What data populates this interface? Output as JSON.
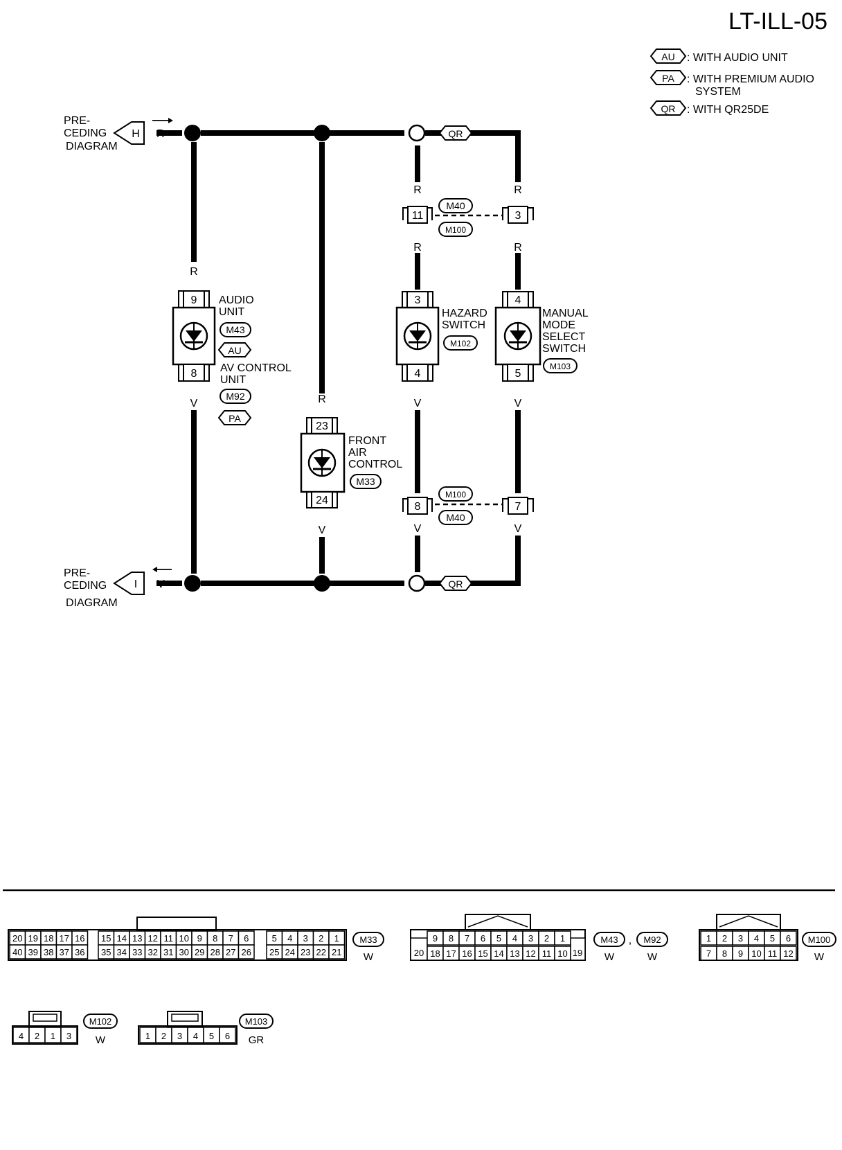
{
  "page_id": "LT-ILL-05",
  "legend": [
    {
      "code": "AU",
      "text": ": WITH AUDIO UNIT"
    },
    {
      "code": "PA",
      "text": ": WITH PREMIUM AUDIO",
      "text2": "SYSTEM"
    },
    {
      "code": "QR",
      "text": ": WITH QR25DE"
    }
  ],
  "offpage": {
    "top": {
      "line1": "PRE-",
      "line2": "CEDING",
      "line3": "DIAGRAM",
      "letter": "H",
      "wire": "R"
    },
    "bottom": {
      "line1": "PRE-",
      "line2": "CEDING",
      "line3": "DIAGRAM",
      "letter": "I",
      "wire": "V"
    }
  },
  "wires": {
    "r": "R",
    "v": "V"
  },
  "option_qr": "QR",
  "components": {
    "audio": {
      "line1": "AUDIO",
      "line2": "UNIT",
      "conn": "M43",
      "opt": "AU",
      "pin_top": "9",
      "pin_bot": "8"
    },
    "av": {
      "line1": "AV CONTROL",
      "line2": "UNIT",
      "conn": "M92",
      "opt": "PA"
    },
    "front_air": {
      "line1": "FRONT",
      "line2": "AIR",
      "line3": "CONTROL",
      "conn": "M33",
      "pin_top": "23",
      "pin_bot": "24"
    },
    "hazard": {
      "line1": "HAZARD",
      "line2": "SWITCH",
      "conn": "M102",
      "pin_top": "3",
      "pin_bot": "4"
    },
    "manual": {
      "line1": "MANUAL",
      "line2": "MODE",
      "line3": "SELECT",
      "line4": "SWITCH",
      "conn": "M103",
      "pin_top": "4",
      "pin_bot": "5"
    }
  },
  "joints": {
    "upper": {
      "pin_left": "11",
      "pin_right": "3",
      "conn1": "M40",
      "conn2": "M100"
    },
    "lower": {
      "pin_left": "8",
      "pin_right": "7",
      "conn1": "M100",
      "conn2": "M40"
    }
  },
  "connectors": {
    "m33": {
      "id": "M33",
      "color": "W",
      "top_a": [
        "20",
        "19",
        "18",
        "17",
        "16"
      ],
      "top_b": [
        "15",
        "14",
        "13",
        "12",
        "11",
        "10",
        "9",
        "8",
        "7",
        "6"
      ],
      "top_c": [
        "5",
        "4",
        "3",
        "2",
        "1"
      ],
      "bot_a": [
        "40",
        "39",
        "38",
        "37",
        "36"
      ],
      "bot_b": [
        "35",
        "34",
        "33",
        "32",
        "31",
        "30",
        "29",
        "28",
        "27",
        "26"
      ],
      "bot_c": [
        "25",
        "24",
        "23",
        "22",
        "21"
      ]
    },
    "m43": {
      "id": "M43",
      "id2": "M92",
      "sep": ",",
      "color": "W",
      "color2": "W",
      "top": [
        "9",
        "8",
        "7",
        "6",
        "5",
        "4",
        "3",
        "2",
        "1"
      ],
      "left": "20",
      "bot": [
        "18",
        "17",
        "16",
        "15",
        "14",
        "13",
        "12",
        "11",
        "10"
      ],
      "right": "19"
    },
    "m100": {
      "id": "M100",
      "color": "W",
      "top": [
        "1",
        "2",
        "3",
        "4",
        "5",
        "6"
      ],
      "bot": [
        "7",
        "8",
        "9",
        "10",
        "11",
        "12"
      ]
    },
    "m102": {
      "id": "M102",
      "color": "W",
      "pins": [
        "4",
        "2",
        "1",
        "3"
      ]
    },
    "m103": {
      "id": "M103",
      "color": "GR",
      "pins": [
        "1",
        "2",
        "3",
        "4",
        "5",
        "6"
      ]
    }
  }
}
